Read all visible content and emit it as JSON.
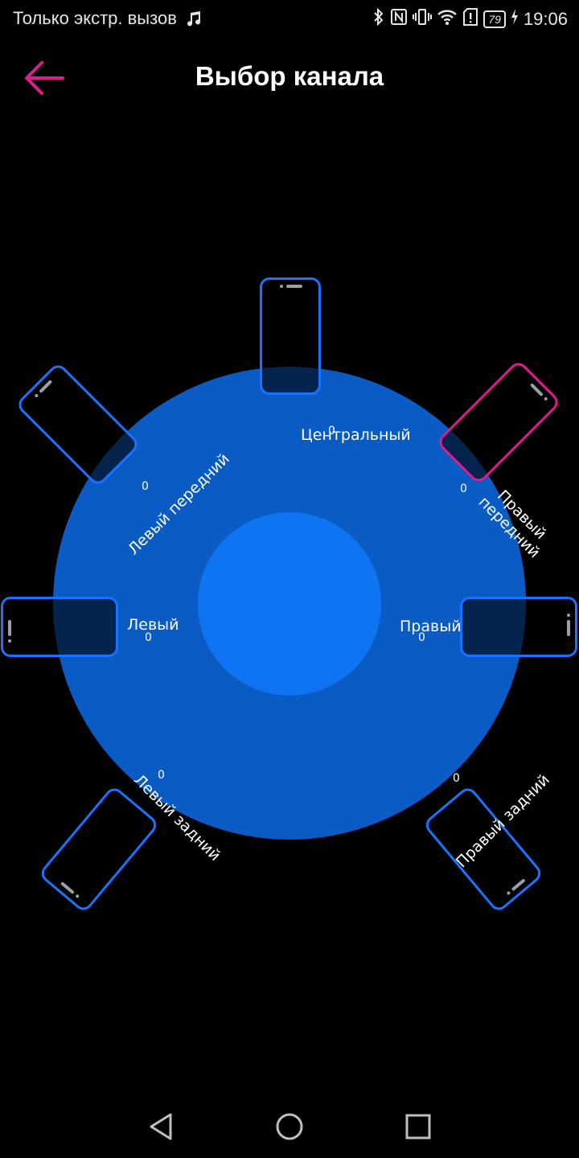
{
  "status_bar": {
    "carrier_text": "Только экстр. вызов",
    "battery": "79",
    "time": "19:06"
  },
  "header": {
    "title": "Выбор канала"
  },
  "channels": {
    "center": {
      "label": "Центральный",
      "count": "0"
    },
    "front_left": {
      "label": "Левый передний",
      "count": "0"
    },
    "front_right": {
      "label": "Правый передний",
      "count": "0"
    },
    "left": {
      "label": "Левый",
      "count": "0"
    },
    "right": {
      "label": "Правый",
      "count": "0"
    },
    "rear_left": {
      "label": "Левый задний",
      "count": "0"
    },
    "rear_right": {
      "label": "Правый задний",
      "count": "0"
    }
  },
  "selected_channel": "front_right",
  "colors": {
    "accent": "#e01b8d",
    "outer_circle": "#0a5bc4",
    "inner_circle": "#0f74f2",
    "phone_outline": "#1a73ff"
  }
}
